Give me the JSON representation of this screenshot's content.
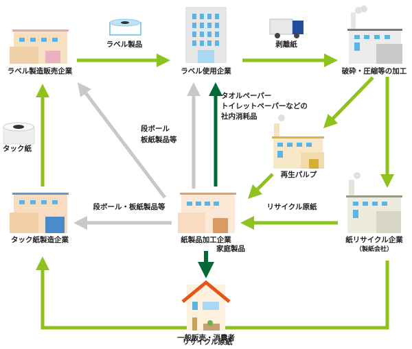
{
  "colors": {
    "recycle_green": "#8dc21f",
    "product_dark_green": "#006934",
    "paperboard_gray": "#c8c8c8",
    "roof_orange": "#e6541a"
  },
  "nodes": {
    "label_maker": "ラベル製造販売企業",
    "label_user": "ラベル使用企業",
    "crushing": "破砕・圧縮等の加工",
    "recycled_pulp": "再生パルプ",
    "paper_recycler": "紙リサイクル企業",
    "paper_recycler_sub": "（製紙会社）",
    "paper_processor": "紙製品加工企業",
    "tack_maker": "タック紙製造企業",
    "consumer": "一般販売・消費者"
  },
  "flows": {
    "label_products": "ラベル製品",
    "release_paper": "剥離紙",
    "tack_paper": "タック紙",
    "cardboard_diag": [
      "段ボール",
      "板紙製品等"
    ],
    "consumables": [
      "タオルペーパー",
      "トイレットペーパーなどの",
      "社内消耗品"
    ],
    "cardboard_left": "段ボール・板紙製品等",
    "recycled_base_paper": "リサイクル原紙",
    "household_products": "家庭製品",
    "recycled_base_paper_bottom": "リサイクル原紙"
  }
}
